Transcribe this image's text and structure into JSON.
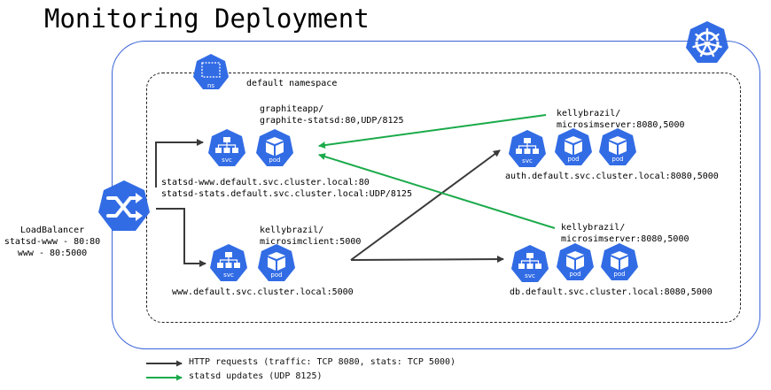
{
  "title": "Monitoring Deployment",
  "namespace": {
    "label": "default namespace",
    "icon_label": "ns"
  },
  "load_balancer": {
    "lines": [
      "LoadBalancer",
      "statsd-www - 80:80",
      "www - 80:5000"
    ]
  },
  "graphite": {
    "image": [
      "graphiteapp/",
      "graphite-statsd:80,UDP/8125"
    ],
    "services": [
      "statsd-www.default.svc.cluster.local:80",
      "statsd-stats.default.svc.cluster.local:UDP/8125"
    ]
  },
  "client": {
    "image": [
      "kellybrazil/",
      "microsimclient:5000"
    ],
    "service": "www.default.svc.cluster.local:5000"
  },
  "auth": {
    "image": [
      "kellybrazil/",
      "microsimserver:8080,5000"
    ],
    "service": "auth.default.svc.cluster.local:8080,5000"
  },
  "db": {
    "image": [
      "kellybrazil/",
      "microsimserver:8080,5000"
    ],
    "service": "db.default.svc.cluster.local:8080,5000"
  },
  "icon_labels": {
    "svc": "svc",
    "pod": "pod"
  },
  "legend": [
    {
      "label": "HTTP requests (traffic: TCP 8080, stats: TCP 5000)",
      "color": "#3a3a3a"
    },
    {
      "label": "statsd updates (UDP 8125)",
      "color": "#1aaa4a"
    }
  ],
  "colors": {
    "k8s_blue": "#326ce5",
    "cluster_border": "#3a64d8",
    "http": "#3a3a3a",
    "statsd": "#1aaa4a"
  }
}
